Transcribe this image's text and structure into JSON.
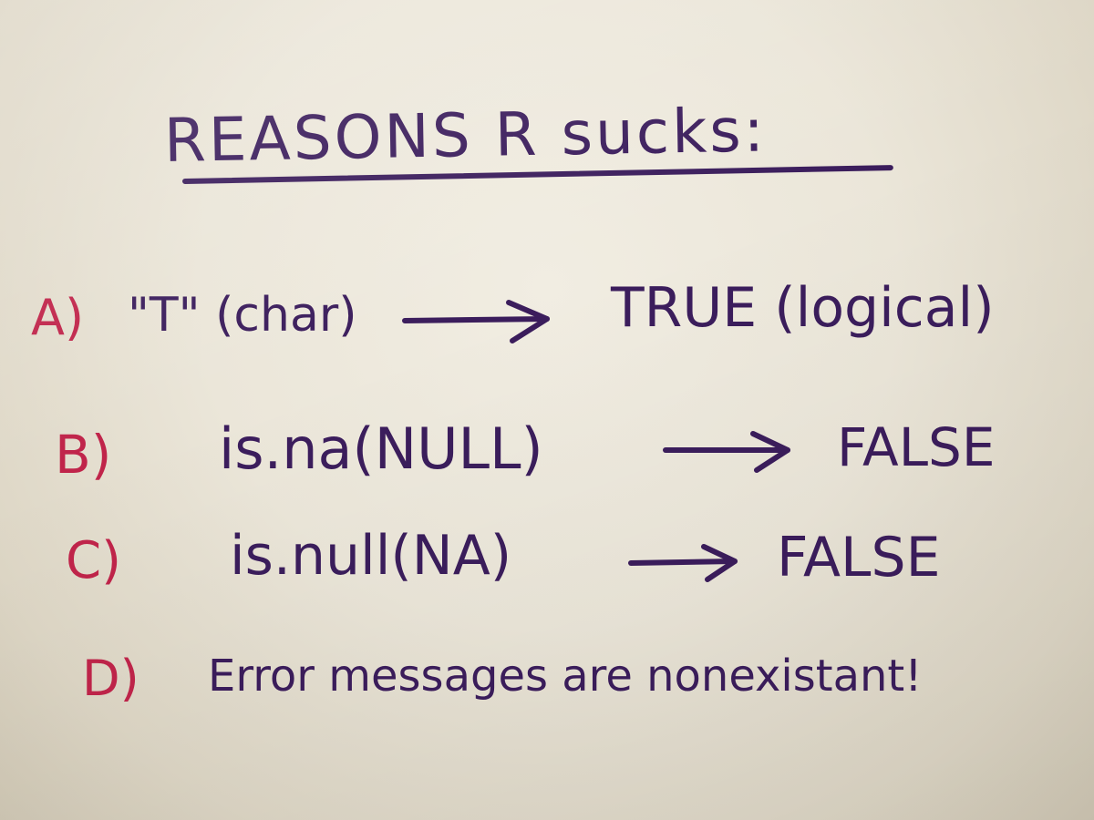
{
  "title": "REASONS R sucks:",
  "items": [
    {
      "letter": "A)",
      "left": "\"T\" (char)",
      "right": "TRUE (logical)"
    },
    {
      "letter": "B)",
      "left": "is.na(NULL)",
      "right": "FALSE"
    },
    {
      "letter": "C)",
      "left": "is.null(NA)",
      "right": "FALSE"
    },
    {
      "letter": "D)",
      "text": "Error messages are nonexistant!"
    }
  ],
  "colors": {
    "marker_purple": "#3b1d5c",
    "marker_red": "#c0244a",
    "whiteboard": "#ebe6d9"
  }
}
